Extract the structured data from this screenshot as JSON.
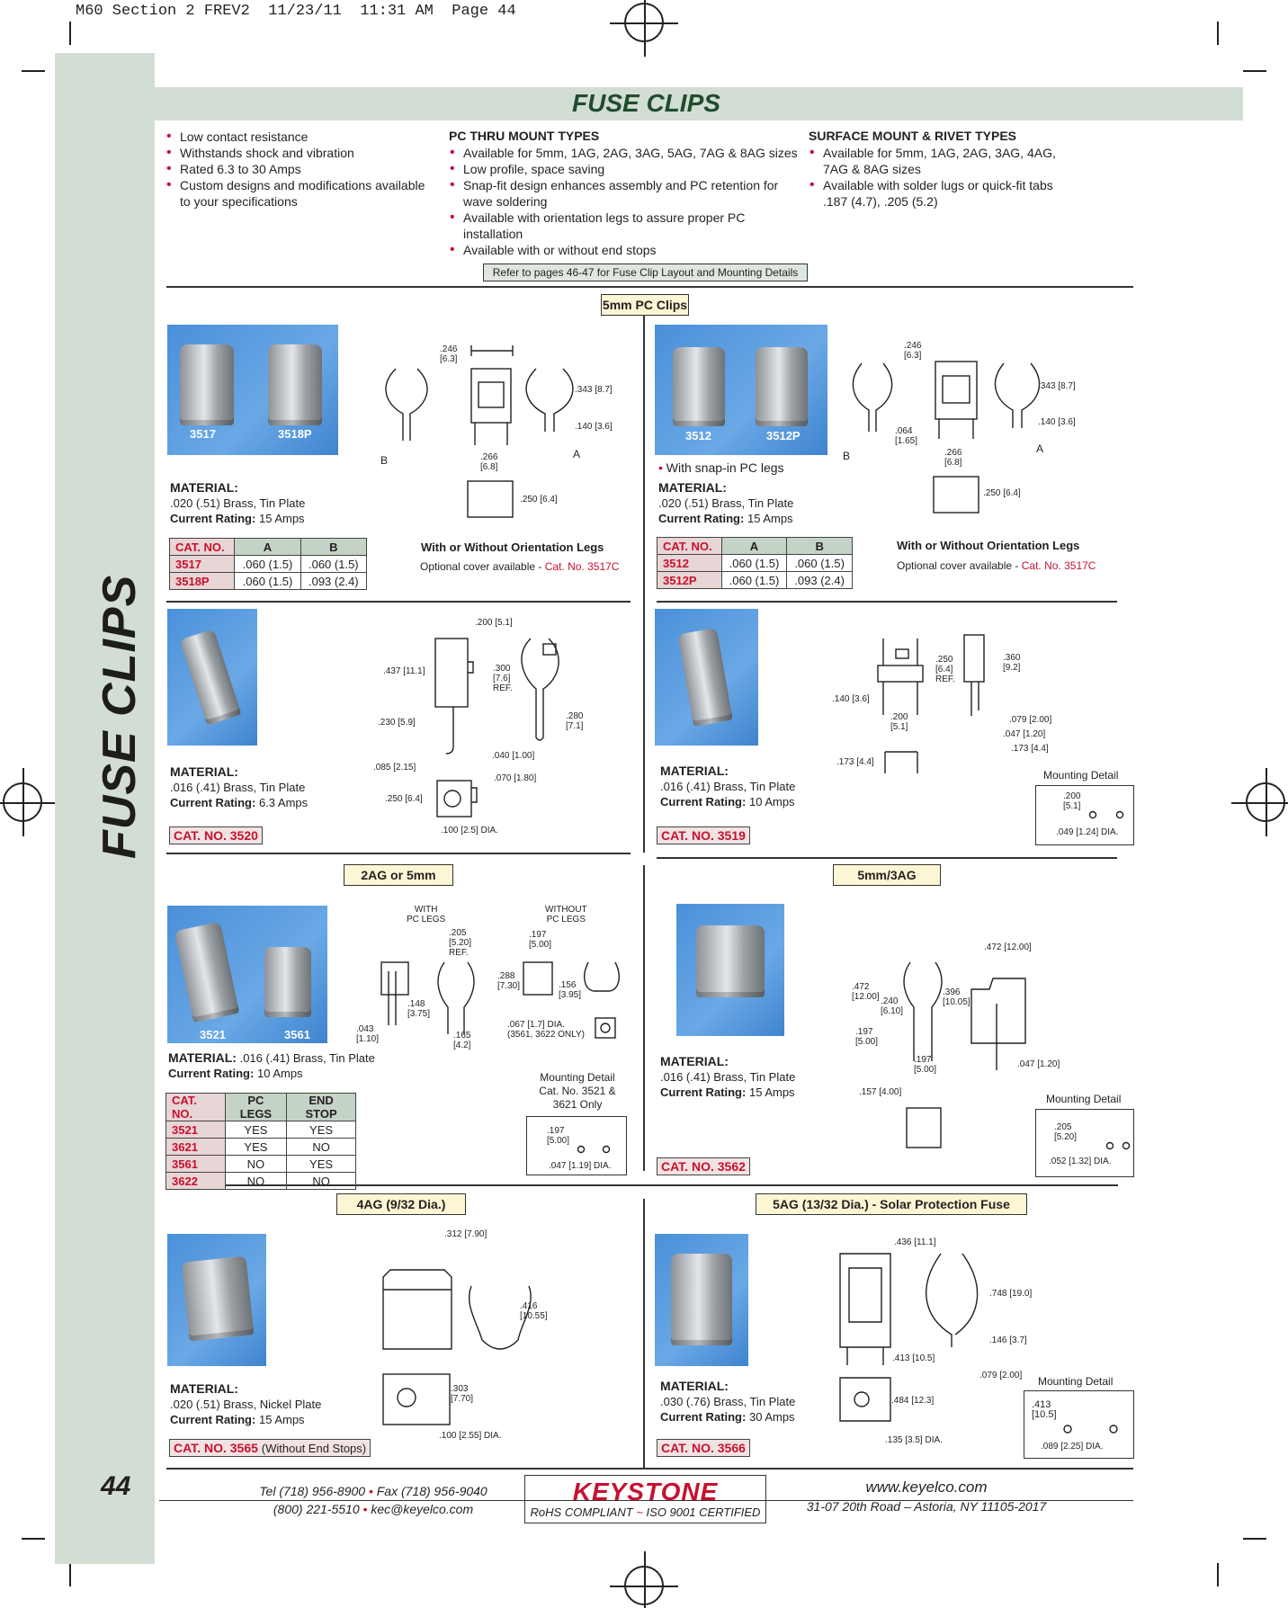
{
  "slug": "M60 Section 2 FREV2  11/23/11  11:31 AM  Page 44",
  "page_title": "FUSE CLIPS",
  "side_title": "FUSE CLIPS",
  "page_number": "44",
  "features_general": [
    "Low contact resistance",
    "Withstands shock and vibration",
    "Rated 6.3 to 30 Amps",
    "Custom designs and modifications available to your specifications"
  ],
  "features_pc": {
    "heading": "PC THRU MOUNT TYPES",
    "items": [
      "Available for 5mm, 1AG, 2AG, 3AG, 5AG, 7AG & 8AG sizes",
      "Low profile, space saving",
      "Snap-fit design enhances assembly and PC retention for wave soldering",
      "Available with orientation legs to assure proper PC installation",
      "Available with or without end stops"
    ]
  },
  "features_sm": {
    "heading": "SURFACE MOUNT & RIVET TYPES",
    "items": [
      "Available for 5mm, 1AG, 2AG, 3AG, 4AG, 7AG & 8AG sizes",
      "Available with solder lugs or quick-fit tabs .187 (4.7), .205 (5.2)"
    ]
  },
  "refer_note": "Refer to pages 46-47 for Fuse Clip Layout and Mounting Details",
  "labels": {
    "material": "MATERIAL:",
    "current_rating": "Current Rating:",
    "with_without_legs": "With or Without Orientation Legs",
    "optional_cover": "Optional cover available - ",
    "mounting_detail": "Mounting Detail"
  },
  "section_5mm": {
    "label": "5mm PC Clips",
    "left": {
      "photo_labels": [
        "3517",
        "3518P"
      ],
      "material": ".020 (.51) Brass, Tin Plate",
      "rating": "15 Amps",
      "table_headers": [
        "CAT. NO.",
        "A",
        "B"
      ],
      "table_rows": [
        [
          "3517",
          ".060 (1.5)",
          ".060 (1.5)"
        ],
        [
          "3518P",
          ".060 (1.5)",
          ".093 (2.4)"
        ]
      ],
      "cover_cat": "Cat. No. 3517C",
      "dims": [
        ".246\n[6.3]",
        ".343 [8.7]",
        ".140 [3.6]",
        ".266\n[6.8]",
        ".250 [6.4]",
        "B",
        "A"
      ]
    },
    "right": {
      "photo_labels": [
        "3512",
        "3512P"
      ],
      "snap_note": "With snap-in PC legs",
      "material": ".020 (.51) Brass, Tin Plate",
      "rating": "15 Amps",
      "table_headers": [
        "CAT. NO.",
        "A",
        "B"
      ],
      "table_rows": [
        [
          "3512",
          ".060 (1.5)",
          ".060 (1.5)"
        ],
        [
          "3512P",
          ".060 (1.5)",
          ".093 (2.4)"
        ]
      ],
      "cover_cat": "Cat. No. 3517C",
      "dims": [
        ".246\n[6.3]",
        ".343 [8.7]",
        ".140 [3.6]",
        ".064\n[1.65]",
        ".266\n[6.8]",
        ".250 [6.4]",
        "B",
        "A"
      ]
    }
  },
  "section_3520": {
    "material": ".016 (.41) Brass, Tin Plate",
    "rating": "6.3 Amps",
    "cat": "CAT. NO. 3520",
    "dims": [
      ".200 [5.1]",
      ".437 [11.1]",
      ".300\n[7.6]\nREF.",
      ".280\n[7.1]",
      ".230 [5.9]",
      ".040 [1.00]",
      ".085 [2.15]",
      ".070 [1.80]",
      ".250 [6.4]",
      ".100 [2.5] DIA."
    ]
  },
  "section_3519": {
    "material": ".016 (.41) Brass, Tin Plate",
    "rating": "10 Amps",
    "cat": "CAT. NO. 3519",
    "dims": [
      ".250\n[6.4]\nREF.",
      ".360\n[9.2]",
      ".140 [3.6]",
      ".200\n[5.1]",
      ".079 [2.00]",
      ".047 [1.20]",
      ".173 [4.4]",
      ".173 [4.4]"
    ],
    "mount_dims": [
      ".200\n[5.1]",
      ".049 [1.24] DIA."
    ]
  },
  "section_2ag": {
    "label": "2AG or 5mm",
    "photo_labels": [
      "3521",
      "3561"
    ],
    "material": ".016 (.41) Brass, Tin Plate",
    "rating": "10 Amps",
    "table_headers": [
      "CAT. NO.",
      "PC LEGS",
      "END STOP"
    ],
    "table_rows": [
      [
        "3521",
        "YES",
        "YES"
      ],
      [
        "3621",
        "YES",
        "NO"
      ],
      [
        "3561",
        "NO",
        "YES"
      ],
      [
        "3622",
        "NO",
        "NO"
      ]
    ],
    "with_legs": "WITH\nPC LEGS",
    "without_legs": "WITHOUT\nPC LEGS",
    "dims": [
      ".205\n[5.20]\nREF.",
      ".197\n[5.00]",
      ".288\n[7.30]",
      ".156\n[3.95]",
      ".148\n[3.75]",
      ".043\n[1.10]",
      ".165\n[4.2]",
      ".067 [1.7] DIA.\n(3561, 3622 ONLY)"
    ],
    "mount_title": "Mounting Detail\nCat. No. 3521 &\n3621 Only",
    "mount_dims": [
      ".197\n[5.00]",
      ".047 [1.19] DIA."
    ]
  },
  "section_3ag": {
    "label": "5mm/3AG",
    "material": ".016 (.41) Brass, Tin Plate",
    "rating": "15 Amps",
    "cat": "CAT. NO. 3562",
    "dims": [
      ".472 [12.00]",
      ".472\n[12.00]",
      ".240\n[6.10]",
      ".396\n[10.05]",
      ".197\n[5.00]",
      ".197\n[5.00]",
      ".047 [1.20]",
      ".157 [4.00]"
    ],
    "mount_dims": [
      ".205\n[5.20]",
      ".052 [1.32] DIA."
    ]
  },
  "section_4ag": {
    "label": "4AG (9/32 Dia.)",
    "material": ".020 (.51) Brass, Nickel Plate",
    "rating": "15 Amps",
    "cat": "CAT. NO. 3565",
    "cat_note": "(Without End Stops)",
    "dims": [
      ".312 [7.90]",
      ".416\n[10.55]",
      ".303\n[7.70]",
      ".100 [2.55] DIA."
    ]
  },
  "section_5ag": {
    "label": "5AG (13/32 Dia.) - Solar Protection Fuse",
    "material": ".030 (.76) Brass, Tin Plate",
    "rating": "30 Amps",
    "cat": "CAT. NO. 3566",
    "dims": [
      ".436 [11.1]",
      ".748 [19.0]",
      ".146 [3.7]",
      ".413 [10.5]",
      ".079 [2.00]",
      ".484 [12.3]",
      ".135 [3.5] DIA."
    ],
    "mount_dims": [
      ".413\n[10.5]",
      ".089 [2.25] DIA."
    ]
  },
  "footer": {
    "tel": "Tel (718) 956-8900",
    "fax": "Fax (718) 956-9040",
    "phone2": "(800) 221-5510",
    "email": "kec@keyelco.com",
    "logo": "KEYSTONE",
    "rohs": "RoHS COMPLIANT",
    "iso": "ISO 9001 CERTIFIED",
    "web": "www.keyelco.com",
    "address": "31-07 20th Road – Astoria, NY  11105-2017"
  },
  "colors": {
    "accent_red": "#c8102e",
    "band_green": "#d2ddd3",
    "title_green": "#1f4d2d",
    "photo_blue": "#4a90d9"
  }
}
